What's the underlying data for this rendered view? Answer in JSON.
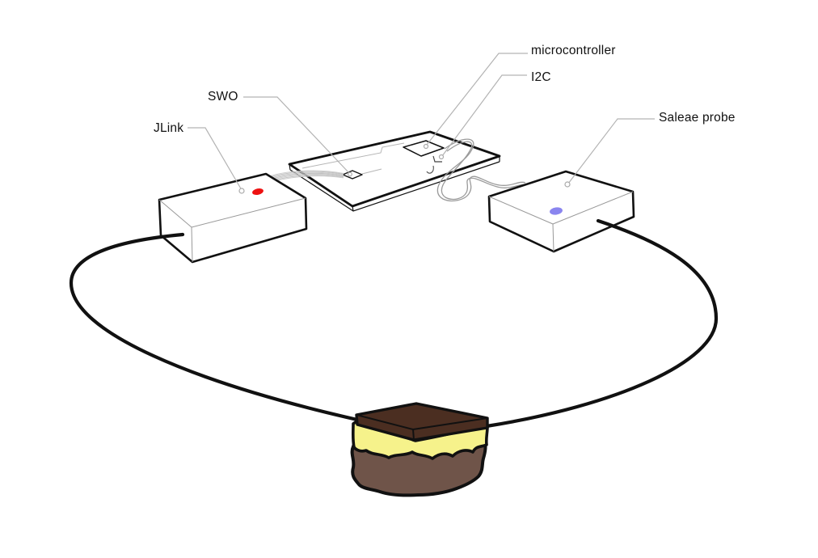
{
  "labels": {
    "jlink": "JLink",
    "swo": "SWO",
    "microcontroller": "microcontroller",
    "i2c": "I2C",
    "saleae_probe": "Saleae probe"
  },
  "colors": {
    "jlink_led": "#ed1111",
    "saleae_led": "#8a85ef",
    "cake_top": "#4b2e21",
    "cake_filling": "#f6f28b",
    "cake_base": "#6f5449",
    "leader_line": "#b3b3b3",
    "cable": "#111111"
  }
}
